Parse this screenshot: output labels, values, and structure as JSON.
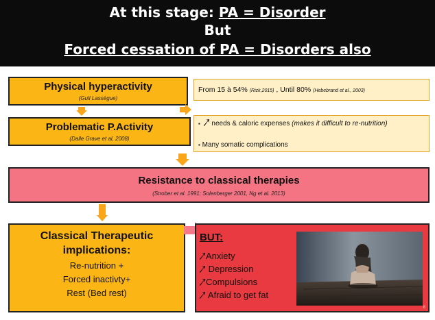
{
  "title": {
    "line1_prefix": "At this stage: ",
    "line1_underlined": "PA = Disorder",
    "line2": "But",
    "line3": "Forced cessation of PA = Disorders  also"
  },
  "row1": {
    "box_title": "Physical hyperactivity",
    "box_cite": "(Gull Lassègue)",
    "note_prefix": "From 15 à 54% ",
    "note_cite1": "(Rizk,2015)",
    "note_mid": " , Until 80% ",
    "note_cite2": "(Hebebrand et al., 2003)"
  },
  "row2": {
    "box_title": "Problematic P.Activity",
    "box_cite": "(Dalle Grave et al, 2008)",
    "bullet1_text": " needs & caloric expenses ",
    "bullet1_italic": "(makes it difficult to re-nutrition)",
    "bullet2_text": "Many somatic complications"
  },
  "resistance": {
    "title": "Resistance to classical therapies",
    "cite": "(Strober et al. 1991; Solenberger 2001, Ng et al. 2013)"
  },
  "therapeutic": {
    "title_line1": "Classical Therapeutic",
    "title_line2": "implications:",
    "line1": "Re-nutrition +",
    "line2": "Forced inactivty+",
    "line3": "Rest (Bed rest)"
  },
  "but_box": {
    "heading": "BUT:",
    "items": [
      "Anxiety",
      "Depression",
      "Compulsions",
      "Afraid to get fat"
    ]
  },
  "page_number": "8",
  "colors": {
    "orange": "#fbb514",
    "light_note": "#fff0c8",
    "pink": "#f47484",
    "red": "#e83a40",
    "arrow": "#f9a61a",
    "title_bg": "#0c0c0c"
  },
  "icons": {
    "bullet_arrow": "up-right-arrow-icon",
    "photo": "sitting-person-photo"
  }
}
